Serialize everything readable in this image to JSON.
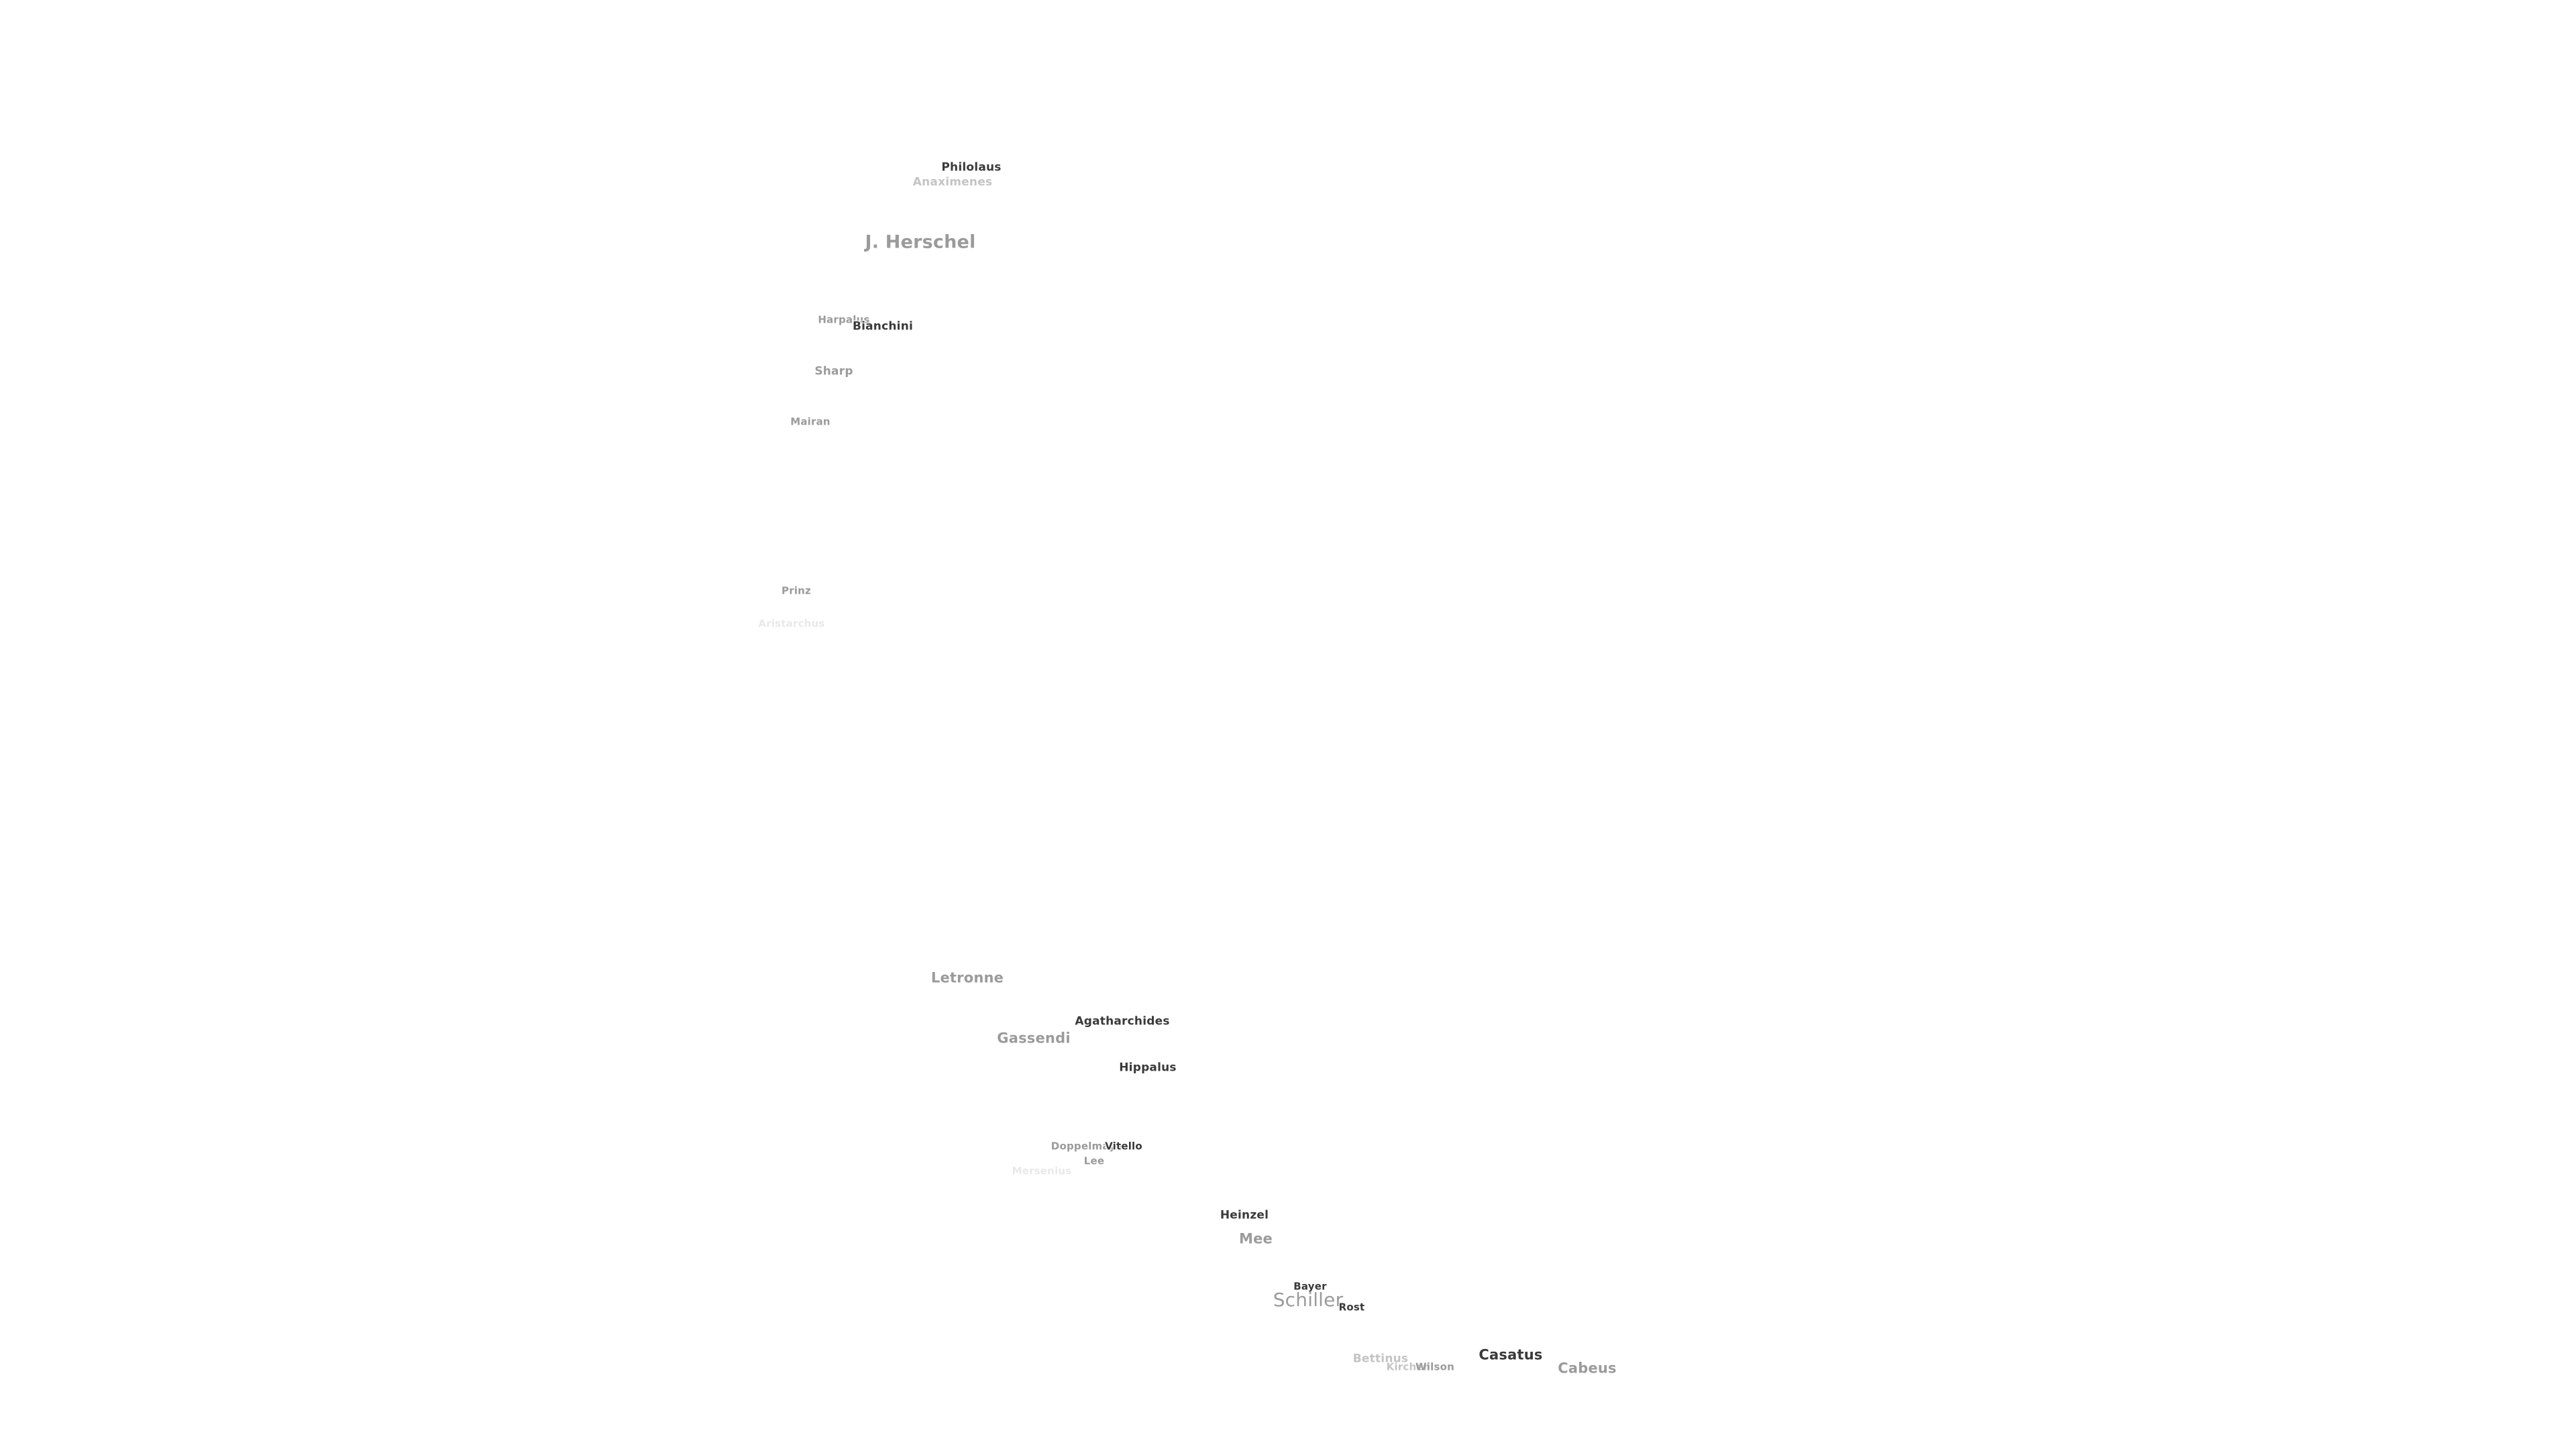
{
  "crater_labels": [
    {
      "id": "philolaus",
      "text": "Philolaus",
      "tone": "dark"
    },
    {
      "id": "anaximenes",
      "text": "Anaximenes",
      "tone": "light"
    },
    {
      "id": "j-herschel",
      "text": "J. Herschel",
      "tone": "mid"
    },
    {
      "id": "harpalus",
      "text": "Harpalus",
      "tone": "mid"
    },
    {
      "id": "bianchini",
      "text": "Bianchini",
      "tone": "dark"
    },
    {
      "id": "sharp",
      "text": "Sharp",
      "tone": "mid"
    },
    {
      "id": "mairan",
      "text": "Mairan",
      "tone": "mid"
    },
    {
      "id": "prinz",
      "text": "Prinz",
      "tone": "mid"
    },
    {
      "id": "aristarchus",
      "text": "Aristarchus",
      "tone": "faint"
    },
    {
      "id": "letronne",
      "text": "Letronne",
      "tone": "mid"
    },
    {
      "id": "agatharchides",
      "text": "Agatharchides",
      "tone": "dark"
    },
    {
      "id": "gassendi",
      "text": "Gassendi",
      "tone": "mid"
    },
    {
      "id": "hippalus",
      "text": "Hippalus",
      "tone": "dark"
    },
    {
      "id": "doppelmayer",
      "text": "Doppelmayer",
      "tone": "mid"
    },
    {
      "id": "vitello",
      "text": "Vitello",
      "tone": "dark"
    },
    {
      "id": "lee",
      "text": "Lee",
      "tone": "mid"
    },
    {
      "id": "mersenius",
      "text": "Mersenius",
      "tone": "faint"
    },
    {
      "id": "heinzel",
      "text": "Heinzel",
      "tone": "dark"
    },
    {
      "id": "mee",
      "text": "Mee",
      "tone": "mid"
    },
    {
      "id": "bayer",
      "text": "Bayer",
      "tone": "dark"
    },
    {
      "id": "schiller",
      "text": "Schiller",
      "tone": "mid"
    },
    {
      "id": "rost",
      "text": "Rost",
      "tone": "dark"
    },
    {
      "id": "casatus",
      "text": "Casatus",
      "tone": "dark"
    },
    {
      "id": "bettinus",
      "text": "Bettinus",
      "tone": "light"
    },
    {
      "id": "kircher",
      "text": "Kircher",
      "tone": "light"
    },
    {
      "id": "wilson",
      "text": "Wilson",
      "tone": "mid"
    },
    {
      "id": "cabeus",
      "text": "Cabeus",
      "tone": "mid"
    }
  ]
}
